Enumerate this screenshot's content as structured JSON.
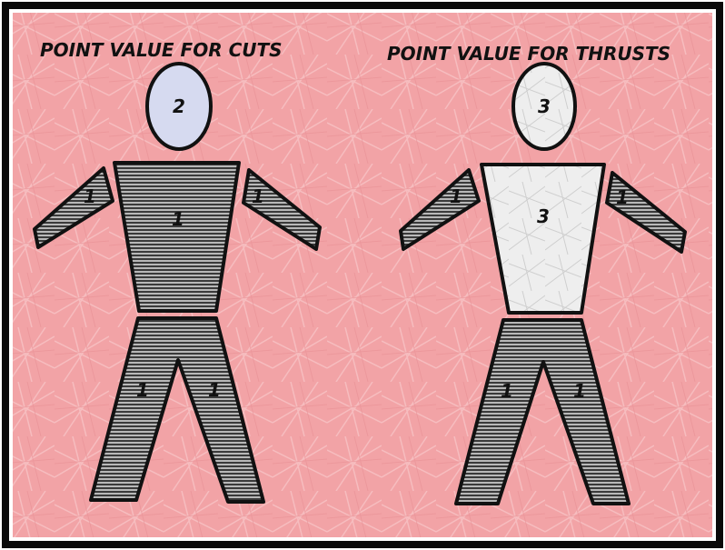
{
  "colors": {
    "background": "#f2a3a6",
    "frame": "#0a0a0a",
    "stripe_dark": "#3a3a3a",
    "stripe_light": "#b8b8b8",
    "head_cuts": "#d6daf0",
    "white_target": "#eeeeee"
  },
  "figures": {
    "cuts": {
      "title": "POINT VALUE FOR CUTS",
      "head": "2",
      "left_arm": "1",
      "right_arm": "1",
      "torso": "1",
      "left_leg": "1",
      "right_leg": "1"
    },
    "thrusts": {
      "title": "POINT VALUE FOR THRUSTS",
      "head": "3",
      "left_arm": "1",
      "right_arm": "1",
      "torso": "3",
      "left_leg": "1",
      "right_leg": "1"
    }
  }
}
